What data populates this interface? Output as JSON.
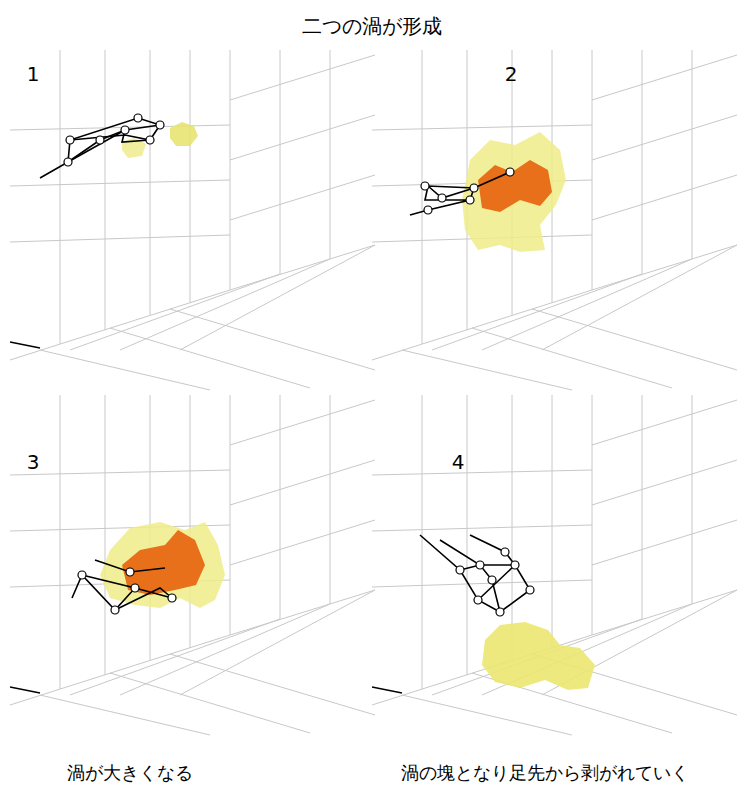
{
  "diagram": {
    "title": "二つの渦が形成",
    "labels": [
      "1",
      "2",
      "3",
      "4",
      "渦が大きくなる",
      "渦の塊となり足先から剥がれていく"
    ]
  }
}
